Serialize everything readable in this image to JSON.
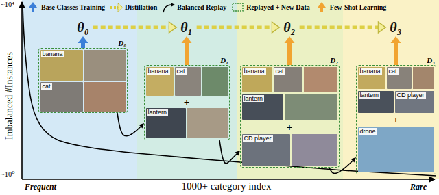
{
  "diagram": {
    "nodes": [
      {
        "text": [
          "θ₀"
        ]
      },
      {
        "text": [
          "D₀"
        ]
      },
      {
        "text": [
          "banana"
        ],
        "in": 1
      },
      {
        "text": [
          "cat"
        ],
        "in": 1
      },
      {
        "text": [
          "θ₁"
        ]
      },
      {
        "text": [
          "D₁"
        ]
      },
      {
        "text": [
          "banana"
        ],
        "in": 5
      },
      {
        "text": [
          "cat"
        ],
        "in": 5
      },
      {
        "text": [
          "lantern"
        ],
        "in": 5
      },
      {
        "text": [
          "θ₂"
        ]
      },
      {
        "text": [
          "D₂"
        ]
      },
      {
        "text": [
          "banana"
        ],
        "in": 10
      },
      {
        "text": [
          "cat"
        ],
        "in": 10
      },
      {
        "text": [
          "lantern"
        ],
        "in": 10
      },
      {
        "text": [
          "CD player"
        ],
        "in": 10
      },
      {
        "text": [
          "θ₃"
        ]
      },
      {
        "text": [
          "D₃"
        ]
      },
      {
        "text": [
          "banana"
        ],
        "in": 16
      },
      {
        "text": [
          "cat"
        ],
        "in": 16
      },
      {
        "text": [
          "lantern"
        ],
        "in": 16
      },
      {
        "text": [
          "CD player"
        ],
        "in": 16
      },
      {
        "text": [
          "drone"
        ],
        "in": 16
      }
    ],
    "edges": [
      {
        "from": 1,
        "to": 0,
        "arrow": "to"
      },
      {
        "from": 0,
        "to": 4,
        "arrow": "to"
      },
      {
        "from": 5,
        "to": 4,
        "arrow": "to"
      },
      {
        "from": 4,
        "to": 9,
        "arrow": "to"
      },
      {
        "from": 10,
        "to": 9,
        "arrow": "to"
      },
      {
        "from": 9,
        "to": 15,
        "arrow": "to"
      },
      {
        "from": 16,
        "to": 15,
        "arrow": "to"
      },
      {
        "from": 1,
        "to": 5,
        "arrow": "to"
      },
      {
        "from": 5,
        "to": 10,
        "arrow": "to"
      },
      {
        "from": 10,
        "to": 16,
        "arrow": "to"
      }
    ],
    "labels": [
      "~10⁴",
      "~10⁰",
      "Imbalanced #Instances",
      "1000+ category index",
      "Frequent",
      "Rare",
      "+",
      "+",
      "+"
    ],
    "legend": [
      {
        "text": "Base Classes Training"
      },
      {
        "text": "Distillation"
      },
      {
        "text": "Balanced Replay"
      },
      {
        "text": "Replayed + New Data"
      },
      {
        "text": "Few-Shot Learning"
      }
    ]
  }
}
